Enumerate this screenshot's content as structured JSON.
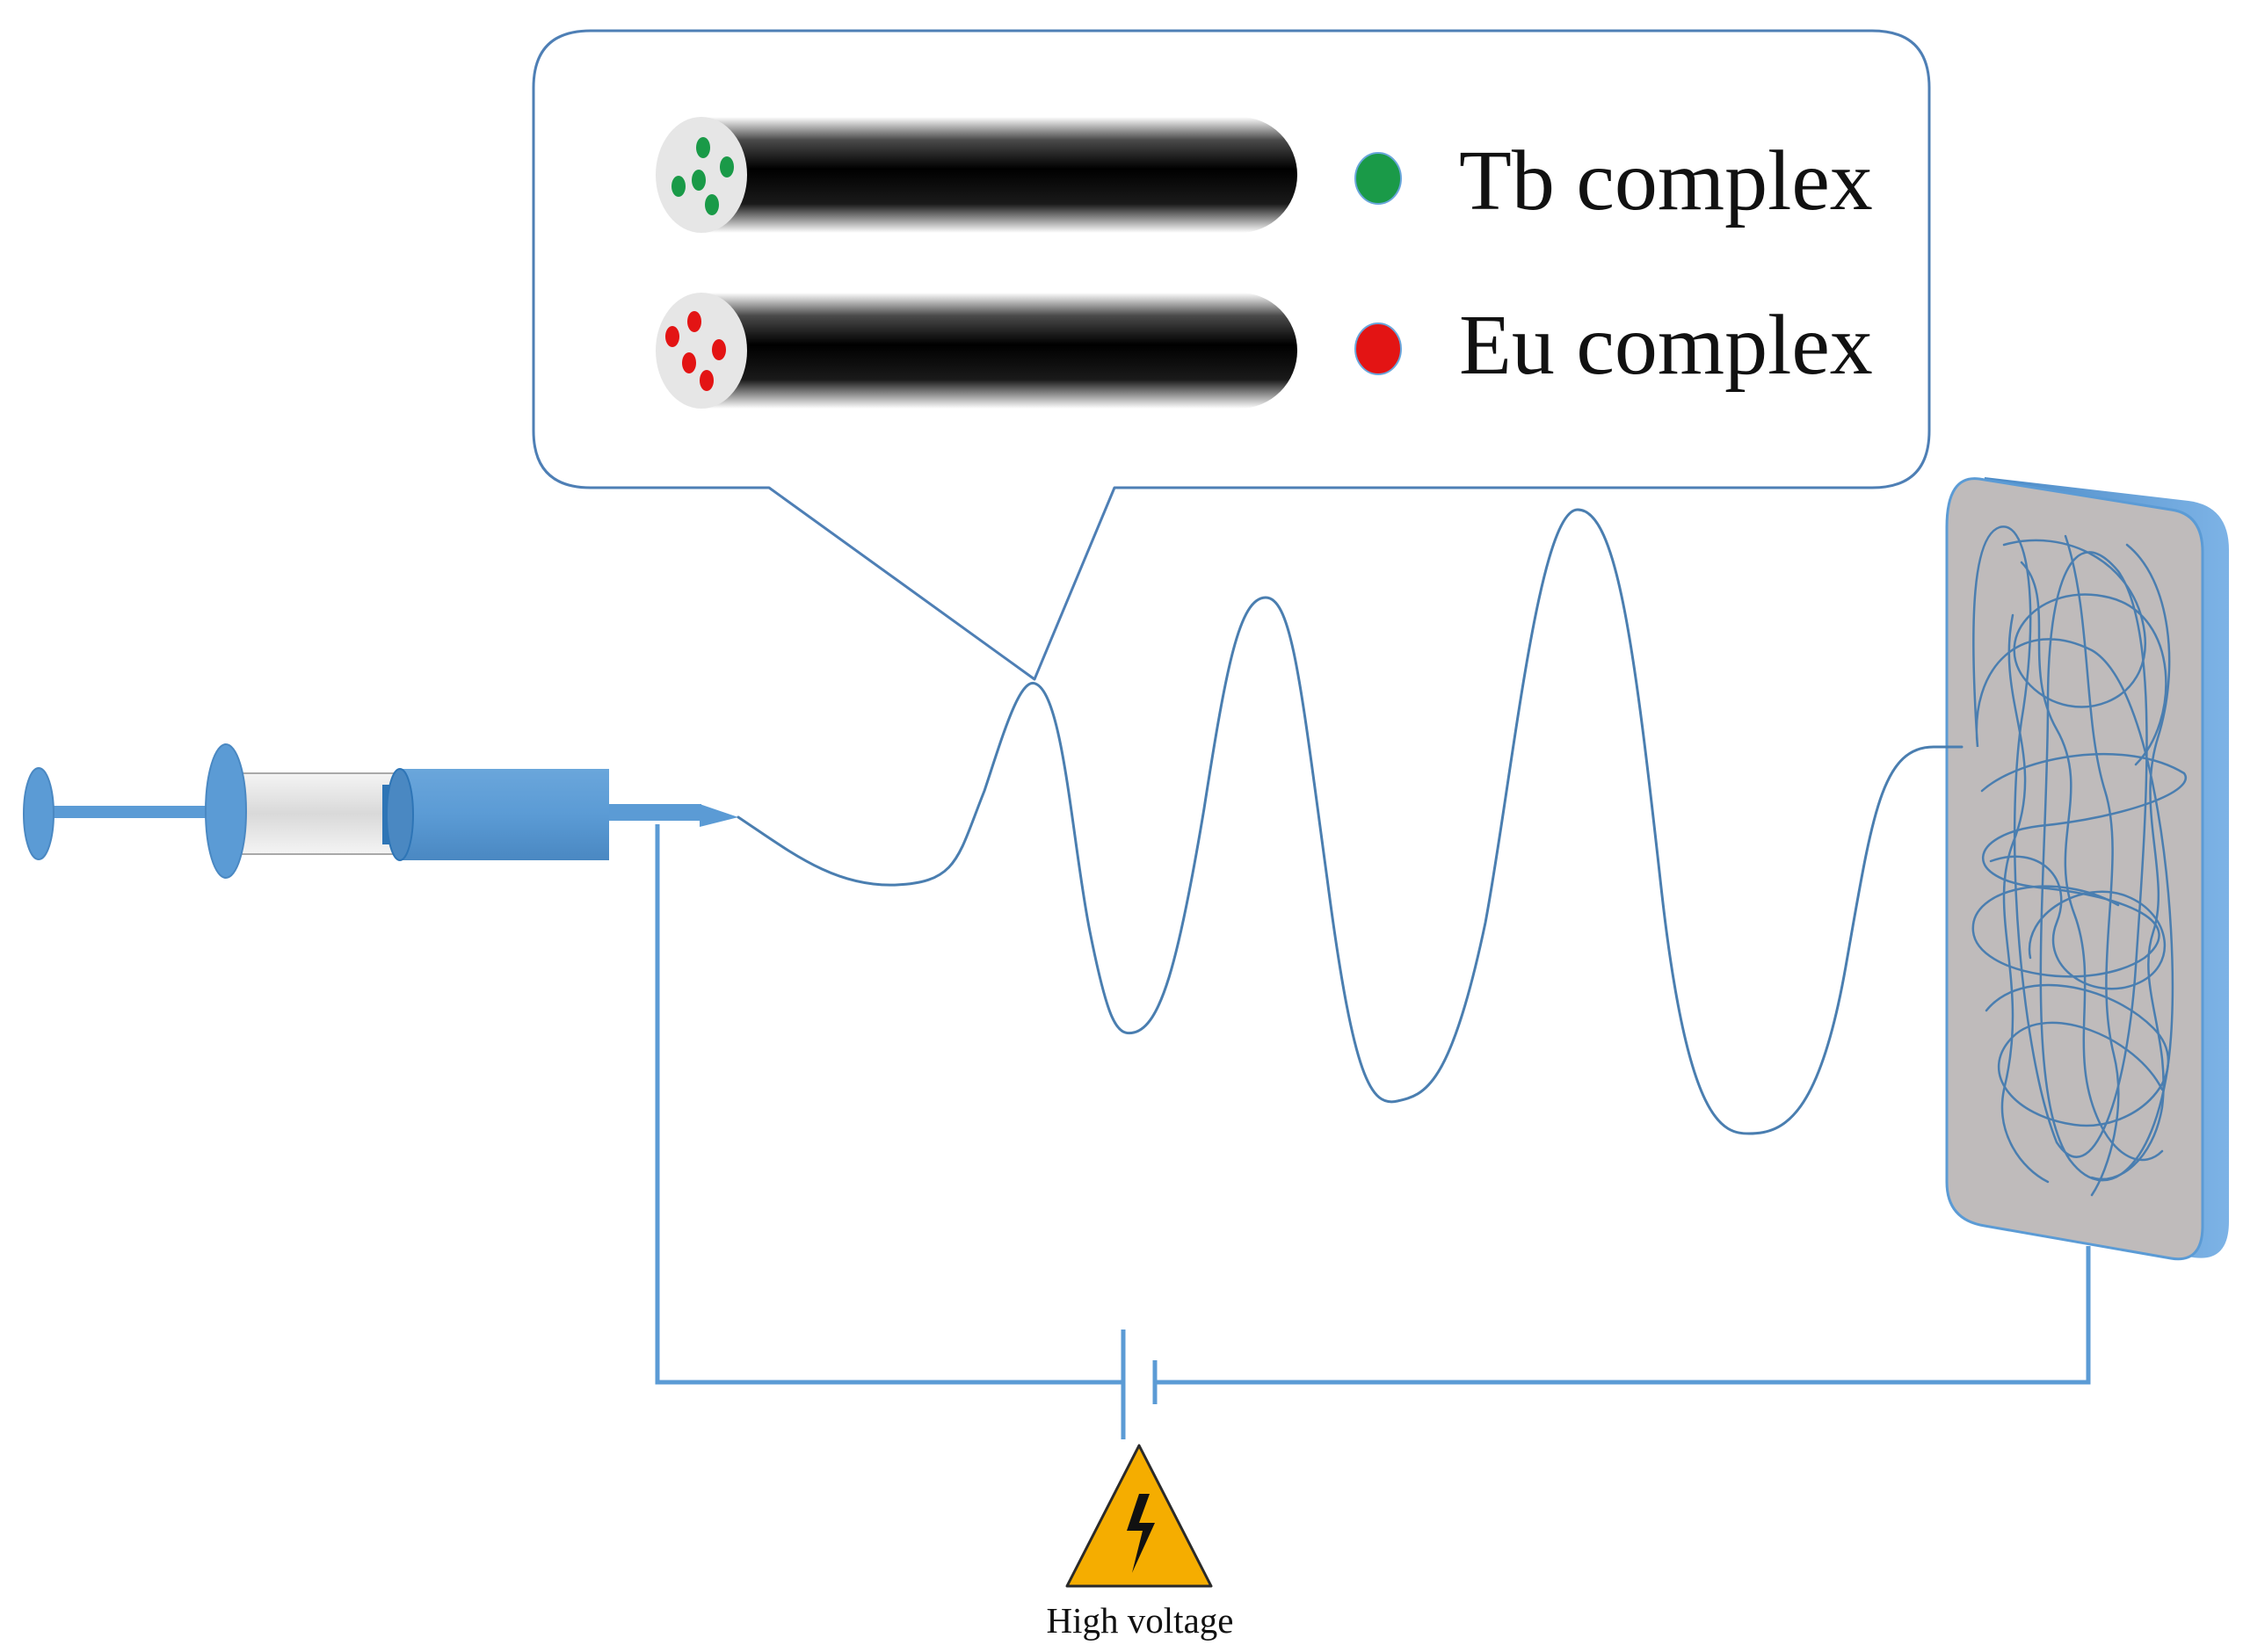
{
  "legend": {
    "items": [
      {
        "label": "Tb complex",
        "color": "#1a9a48"
      },
      {
        "label": "Eu complex",
        "color": "#e31414"
      }
    ]
  },
  "power_supply": {
    "label": "High voltage",
    "warning_color": "#f5ad00",
    "icon": "high-voltage-icon"
  },
  "colors": {
    "apparatus_blue": "#5b9bd5",
    "apparatus_dark_blue": "#2e75b6",
    "wire_blue": "#5b9bd5",
    "fiber_line": "#4a7eb0",
    "collector_plate": "#bfbbbb",
    "callout_border": "#4e7fb5"
  }
}
